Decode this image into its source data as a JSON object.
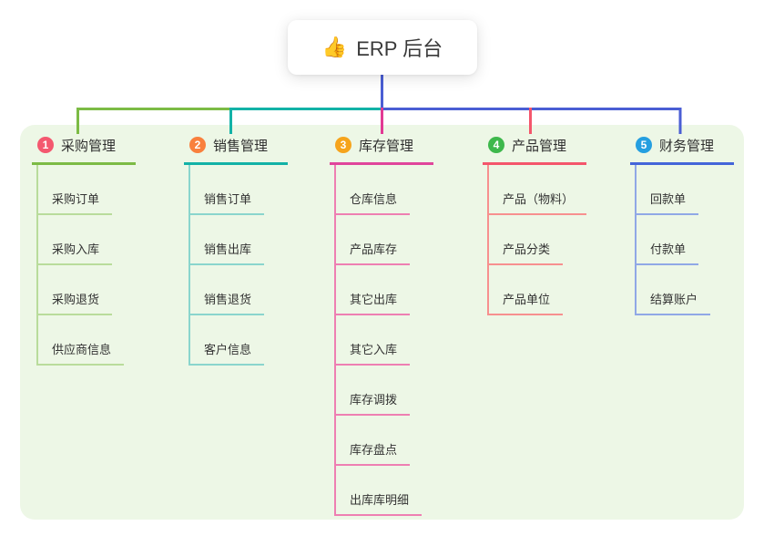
{
  "root": {
    "icon": "👍",
    "label": "ERP 后台"
  },
  "colors": {
    "panel_bg": "#edf7e6",
    "text": "#333333",
    "green": "#7cbb45",
    "teal": "#13b2a7",
    "blue": "#4a5ed4",
    "pink": "#e23a94",
    "red": "#f4566c"
  },
  "branches": [
    {
      "index": "1",
      "label": "采购管理",
      "badge_color": "#f4586f",
      "line_color": "#7cbb45",
      "child_line_color": "#b9dc9b",
      "children": [
        "采购订单",
        "采购入库",
        "采购退货",
        "供应商信息"
      ]
    },
    {
      "index": "2",
      "label": "销售管理",
      "badge_color": "#f9803d",
      "line_color": "#13b2a7",
      "child_line_color": "#8ad5cd",
      "children": [
        "销售订单",
        "销售出库",
        "销售退货",
        "客户信息"
      ]
    },
    {
      "index": "3",
      "label": "库存管理",
      "badge_color": "#f6a41c",
      "line_color": "#e0459b",
      "child_line_color": "#ee7fb2",
      "children": [
        "仓库信息",
        "产品库存",
        "其它出库",
        "其它入库",
        "库存调拨",
        "库存盘点",
        "出库库明细"
      ]
    },
    {
      "index": "4",
      "label": "产品管理",
      "badge_color": "#3eb84c",
      "line_color": "#f4566c",
      "child_line_color": "#f7908f",
      "children": [
        "产品（物料）",
        "产品分类",
        "产品单位"
      ]
    },
    {
      "index": "5",
      "label": "财务管理",
      "badge_color": "#259fe0",
      "line_color": "#4465d9",
      "child_line_color": "#90a8e6",
      "children": [
        "回款单",
        "付款单",
        "结算账户"
      ]
    }
  ]
}
